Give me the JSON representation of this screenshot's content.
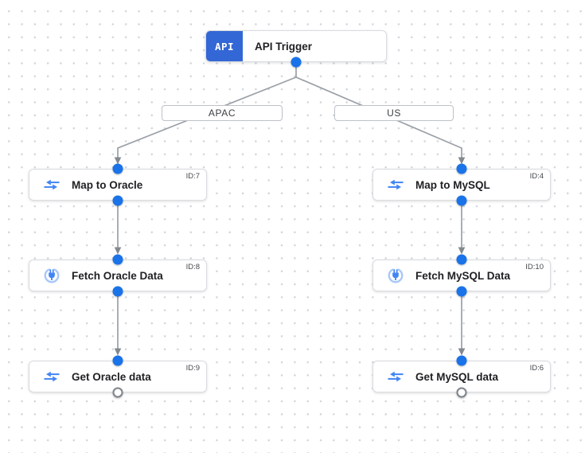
{
  "trigger": {
    "badge": "API",
    "title": "API Trigger"
  },
  "branches": [
    {
      "label": "APAC"
    },
    {
      "label": "US"
    }
  ],
  "nodes": [
    {
      "title": "Map to Oracle",
      "id_label": "ID:7",
      "icon": "data-mapping-icon"
    },
    {
      "title": "Fetch Oracle Data",
      "id_label": "ID:8",
      "icon": "connector-icon"
    },
    {
      "title": "Get Oracle data",
      "id_label": "ID:9",
      "icon": "data-mapping-icon"
    },
    {
      "title": "Map to MySQL",
      "id_label": "ID:4",
      "icon": "data-mapping-icon"
    },
    {
      "title": "Fetch MySQL Data",
      "id_label": "ID:10",
      "icon": "connector-icon"
    },
    {
      "title": "Get MySQL data",
      "id_label": "ID:6",
      "icon": "data-mapping-icon"
    }
  ],
  "colors": {
    "trigger_badge_blue": "#3367d6",
    "dot_blue": "#1a73e8",
    "icon_blue": "#4285f4",
    "connector_ring_blue": "#a8c7fa",
    "edge_gray": "#9aa0a6",
    "node_border": "#dadce0",
    "grid_dot": "#d3d6db"
  }
}
